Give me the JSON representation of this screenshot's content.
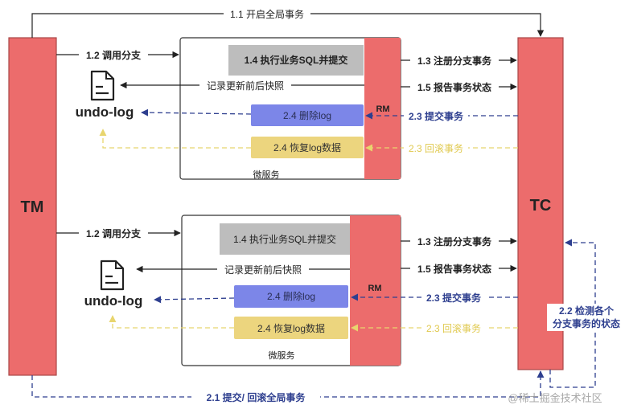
{
  "colors": {
    "bar": "#ec6c6c",
    "bar_stroke": "#a94848",
    "sql_box": "#bdbdbd",
    "delete_box": "#7c86e8",
    "restore_box": "#ecd57e",
    "blue_dash": "#2e3f8f",
    "yellow_dash": "#e8d56e"
  },
  "nodes": {
    "tm": "TM",
    "tc": "TC",
    "rm_top": "RM",
    "rm_bottom": "RM",
    "svc_top": "微服务",
    "svc_bottom": "微服务",
    "undo_top": "undo-log",
    "undo_bottom": "undo-log",
    "sql_top": "1.4 执行业务SQL并提交",
    "sql_bottom": "1.4 执行业务SQL并提交",
    "delete_top": "2.4 删除log",
    "delete_bottom": "2.4 删除log",
    "restore_top": "2.4 恢复log数据",
    "restore_bottom": "2.4 恢复log数据"
  },
  "edges": {
    "open_global": "1.1 开启全局事务",
    "call_branch_top": "1.2 调用分支",
    "call_branch_bottom": "1.2 调用分支",
    "register_top": "1.3 注册分支事务",
    "register_bottom": "1.3 注册分支事务",
    "report_top": "1.5 报告事务状态",
    "report_bottom": "1.5 报告事务状态",
    "snapshot_top": "记录更新前后快照",
    "snapshot_bottom": "记录更新前后快照",
    "commit_top": "2.3 提交事务",
    "commit_bottom": "2.3 提交事务",
    "rollback_top": "2.3 回滚事务",
    "rollback_bottom": "2.3 回滚事务",
    "detect_line1": "2.2 检测各个",
    "detect_line2": "分支事务的状态",
    "global_commit_rollback": "2.1 提交/ 回滚全局事务"
  },
  "icons": {
    "doc_top": "document-icon",
    "doc_bottom": "document-icon"
  },
  "watermark": "@稀土掘金技术社区"
}
